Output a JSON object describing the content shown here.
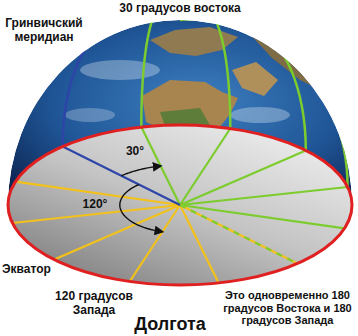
{
  "diagram": {
    "title": "Долгота",
    "labels": [
      "30 градусов востока",
      "Гринвичский меридиан",
      "30°",
      "120°",
      "Экватор",
      "120 градусов Запада",
      "Это одновременно 180 градусов Востока и 180 градусов Запада"
    ]
  }
}
